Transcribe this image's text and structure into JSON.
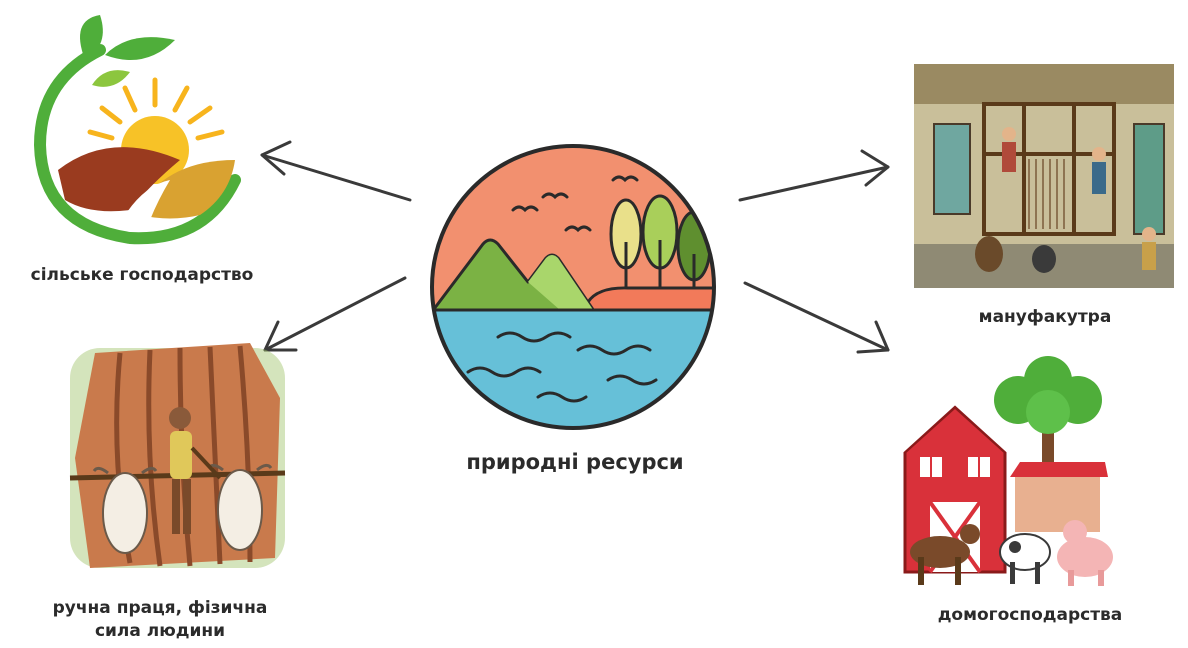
{
  "center": {
    "label": "природні ресурси",
    "icon": "nature-landscape-icon"
  },
  "nodes": [
    {
      "id": "agriculture",
      "label": "сільське господарство",
      "icon": "agriculture-logo-icon"
    },
    {
      "id": "manual-labor",
      "label_line1": "ручна праця, фізична",
      "label_line2": "сила людини",
      "icon": "plowing-oxen-icon"
    },
    {
      "id": "manufactory",
      "label": "мануфакутра",
      "icon": "manufactory-workshop-icon"
    },
    {
      "id": "household",
      "label": "домогосподарства",
      "icon": "farm-barn-icon"
    }
  ],
  "colors": {
    "text": "#2b2b2b",
    "sky": "#f2906f",
    "water": "#66c0d8",
    "mountain": "#7bb244",
    "barn": "#d9313a",
    "leaf": "#4fae3a",
    "sun": "#f7b41d"
  }
}
